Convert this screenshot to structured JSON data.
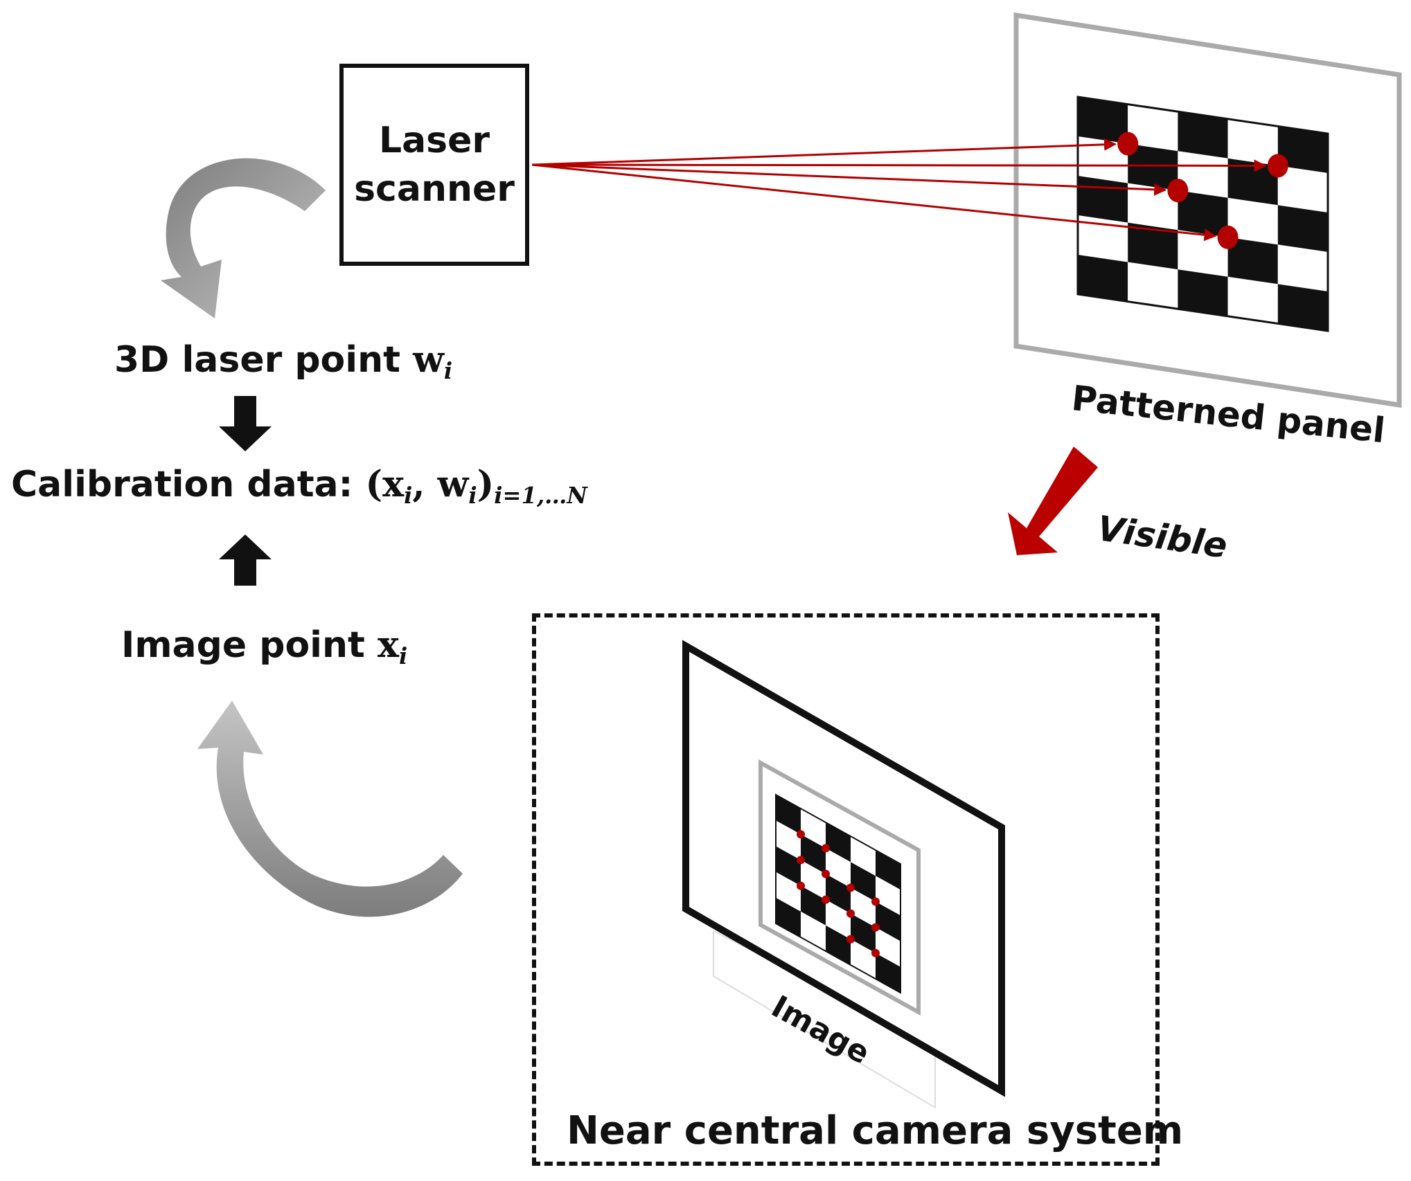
{
  "scanner": {
    "line1": "Laser",
    "line2": "scanner"
  },
  "panel": {
    "label": "Patterned panel"
  },
  "visible": {
    "label": "Visible"
  },
  "laser_point": {
    "text": "3D laser point ",
    "var": "w",
    "sub": "i"
  },
  "calibration": {
    "text": "Calibration data: ",
    "open": "(",
    "x": "x",
    "xsub": "i",
    "comma": ", ",
    "w": "w",
    "wsub": "i",
    "close": ")",
    "range": "i=1,…N"
  },
  "image_point": {
    "text": "Image point ",
    "var": "x",
    "sub": "i"
  },
  "camera": {
    "title": "Near central camera system",
    "image_label": "Image"
  },
  "colors": {
    "laser": "#b30000",
    "ink": "#111111",
    "frame": "#aaaaaa",
    "cycle_arrow": "#9a9a9a"
  }
}
